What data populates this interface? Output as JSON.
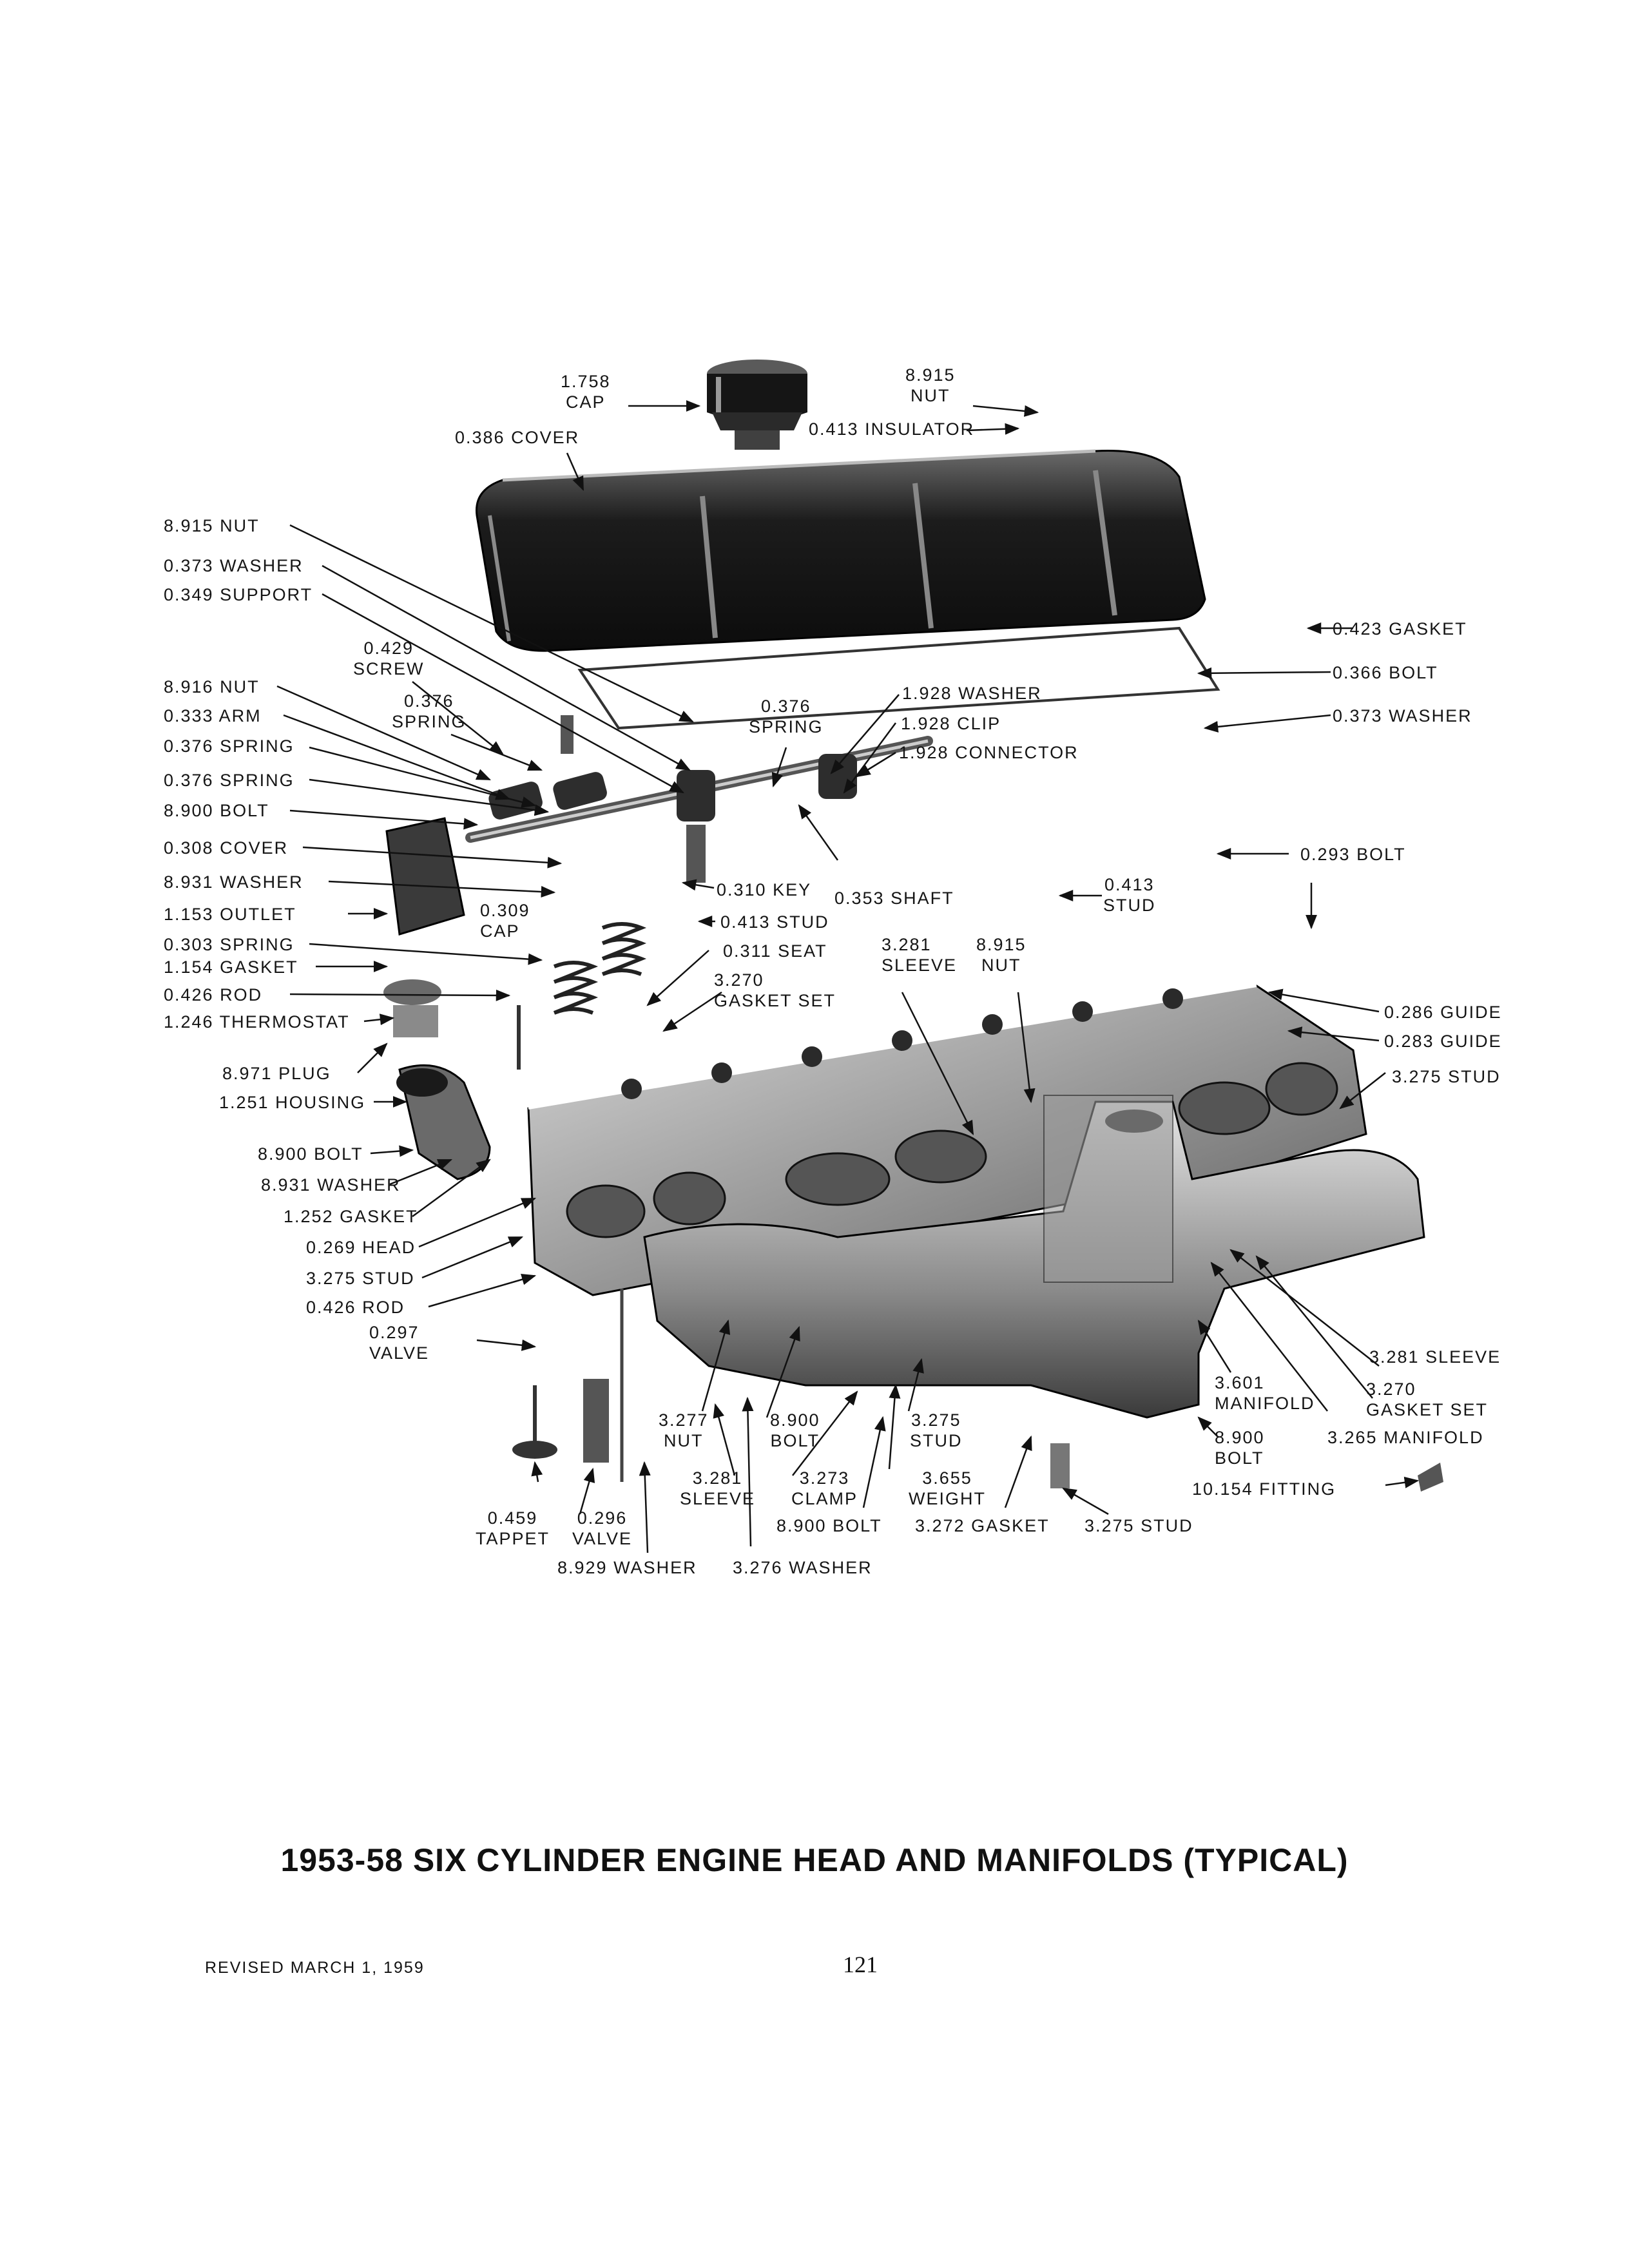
{
  "page": {
    "title": "1953-58 SIX CYLINDER ENGINE HEAD AND MANIFOLDS (TYPICAL)",
    "revised": "REVISED MARCH 1, 1959",
    "page_number": "121"
  },
  "diagram": {
    "labels": [
      {
        "id": "l1",
        "text": "1.758\nCAP"
      },
      {
        "id": "l2",
        "text": "8.915\nNUT"
      },
      {
        "id": "l3",
        "text": "0.386 COVER"
      },
      {
        "id": "l4",
        "text": "0.413 INSULATOR"
      },
      {
        "id": "l5",
        "text": "8.915 NUT"
      },
      {
        "id": "l6",
        "text": "0.373 WASHER"
      },
      {
        "id": "l7",
        "text": "0.349 SUPPORT"
      },
      {
        "id": "l8",
        "text": "0.429\nSCREW"
      },
      {
        "id": "l9",
        "text": "8.916 NUT"
      },
      {
        "id": "l10",
        "text": "0.376\nSPRING"
      },
      {
        "id": "l11",
        "text": "0.333 ARM"
      },
      {
        "id": "l12",
        "text": "0.376 SPRING"
      },
      {
        "id": "l13",
        "text": "0.376 SPRING"
      },
      {
        "id": "l14",
        "text": "8.900 BOLT"
      },
      {
        "id": "l15",
        "text": "0.376\nSPRING"
      },
      {
        "id": "l16",
        "text": "1.928 WASHER"
      },
      {
        "id": "l17",
        "text": "1.928 CLIP"
      },
      {
        "id": "l18",
        "text": "1.928 CONNECTOR"
      },
      {
        "id": "l19",
        "text": "0.423 GASKET"
      },
      {
        "id": "l20",
        "text": "0.366 BOLT"
      },
      {
        "id": "l21",
        "text": "0.373 WASHER"
      },
      {
        "id": "l22",
        "text": "0.308 COVER"
      },
      {
        "id": "l23",
        "text": "8.931 WASHER"
      },
      {
        "id": "l24",
        "text": "1.153 OUTLET"
      },
      {
        "id": "l25",
        "text": "0.303 SPRING"
      },
      {
        "id": "l26",
        "text": "1.154 GASKET"
      },
      {
        "id": "l27",
        "text": "0.426 ROD"
      },
      {
        "id": "l28",
        "text": "1.246 THERMOSTAT"
      },
      {
        "id": "l29",
        "text": "0.309\nCAP"
      },
      {
        "id": "l30",
        "text": "0.310 KEY"
      },
      {
        "id": "l31",
        "text": "0.353 SHAFT"
      },
      {
        "id": "l32",
        "text": "0.413 STUD"
      },
      {
        "id": "l33",
        "text": "0.311 SEAT"
      },
      {
        "id": "l34",
        "text": "3.270\nGASKET SET"
      },
      {
        "id": "l35",
        "text": "3.281\nSLEEVE"
      },
      {
        "id": "l36",
        "text": "8.915\nNUT"
      },
      {
        "id": "l37",
        "text": "0.413\nSTUD"
      },
      {
        "id": "l38",
        "text": "0.293 BOLT"
      },
      {
        "id": "l39",
        "text": "0.286 GUIDE"
      },
      {
        "id": "l40",
        "text": "0.283 GUIDE"
      },
      {
        "id": "l41",
        "text": "3.275 STUD"
      },
      {
        "id": "l42",
        "text": "8.971 PLUG"
      },
      {
        "id": "l43",
        "text": "1.251 HOUSING"
      },
      {
        "id": "l44",
        "text": "8.900 BOLT"
      },
      {
        "id": "l45",
        "text": "8.931 WASHER"
      },
      {
        "id": "l46",
        "text": "1.252 GASKET"
      },
      {
        "id": "l47",
        "text": "0.269 HEAD"
      },
      {
        "id": "l48",
        "text": "3.275 STUD"
      },
      {
        "id": "l49",
        "text": "0.426 ROD"
      },
      {
        "id": "l50",
        "text": "0.297\nVALVE"
      },
      {
        "id": "l51",
        "text": "3.277\nNUT"
      },
      {
        "id": "l52",
        "text": "8.900\nBOLT"
      },
      {
        "id": "l53",
        "text": "3.275\nSTUD"
      },
      {
        "id": "l54",
        "text": "3.601\nMANIFOLD"
      },
      {
        "id": "l55",
        "text": "3.281 SLEEVE"
      },
      {
        "id": "l56",
        "text": "3.270\nGASKET SET"
      },
      {
        "id": "l57",
        "text": "3.265 MANIFOLD"
      },
      {
        "id": "l58",
        "text": "8.900\nBOLT"
      },
      {
        "id": "l59",
        "text": "3.281\nSLEEVE"
      },
      {
        "id": "l60",
        "text": "3.273\nCLAMP"
      },
      {
        "id": "l61",
        "text": "3.655\nWEIGHT"
      },
      {
        "id": "l62",
        "text": "0.459\nTAPPET"
      },
      {
        "id": "l63",
        "text": "0.296\nVALVE"
      },
      {
        "id": "l64",
        "text": "8.900 BOLT"
      },
      {
        "id": "l65",
        "text": "3.272 GASKET"
      },
      {
        "id": "l66",
        "text": "3.275 STUD"
      },
      {
        "id": "l67",
        "text": "10.154 FITTING"
      },
      {
        "id": "l68",
        "text": "8.929 WASHER"
      },
      {
        "id": "l69",
        "text": "3.276 WASHER"
      }
    ]
  }
}
